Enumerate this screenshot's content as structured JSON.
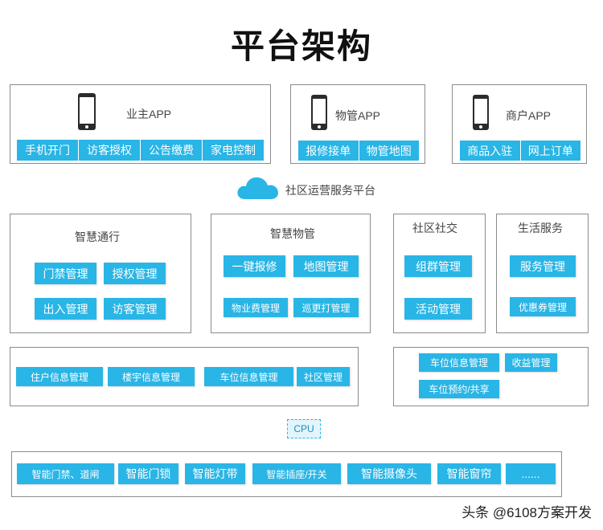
{
  "title": "平台架构",
  "apps": {
    "owner": {
      "label": "业主APP",
      "buttons": [
        "手机开门",
        "访客授权",
        "公告缴费",
        "家电控制"
      ]
    },
    "property": {
      "label": "物管APP",
      "buttons": [
        "报修接单",
        "物管地图"
      ]
    },
    "merchant": {
      "label": "商户APP",
      "buttons": [
        "商品入驻",
        "网上订单"
      ]
    }
  },
  "platform": {
    "label": "社区运营服务平台"
  },
  "modules": {
    "smart_access": {
      "label": "智慧通行",
      "buttons": [
        "门禁管理",
        "授权管理",
        "出入管理",
        "访客管理"
      ]
    },
    "smart_property": {
      "label": "智慧物管",
      "buttons": [
        "一键报修",
        "地图管理",
        "物业费管理",
        "巡更打管理"
      ]
    },
    "social": {
      "label": "社区社交",
      "buttons": [
        "组群管理",
        "活动管理"
      ]
    },
    "life": {
      "label": "生活服务",
      "buttons": [
        "服务管理",
        "优惠券管理"
      ]
    }
  },
  "info_row": {
    "buttons": [
      "住户信息管理",
      "楼宇信息管理",
      "车位信息管理",
      "社区管理"
    ]
  },
  "parking_row": {
    "buttons": [
      "车位信息管理",
      "收益管理",
      "车位预约/共享"
    ]
  },
  "cpu": "CPU",
  "devices": {
    "buttons": [
      "智能门禁、道闸",
      "智能门锁",
      "智能灯带",
      "智能插座/开关",
      "智能摄像头",
      "智能窗帘",
      "......"
    ]
  },
  "watermark": "头条 @6108方案开发",
  "colors": {
    "accent": "#29b5e6",
    "border": "#8c8c8c"
  }
}
